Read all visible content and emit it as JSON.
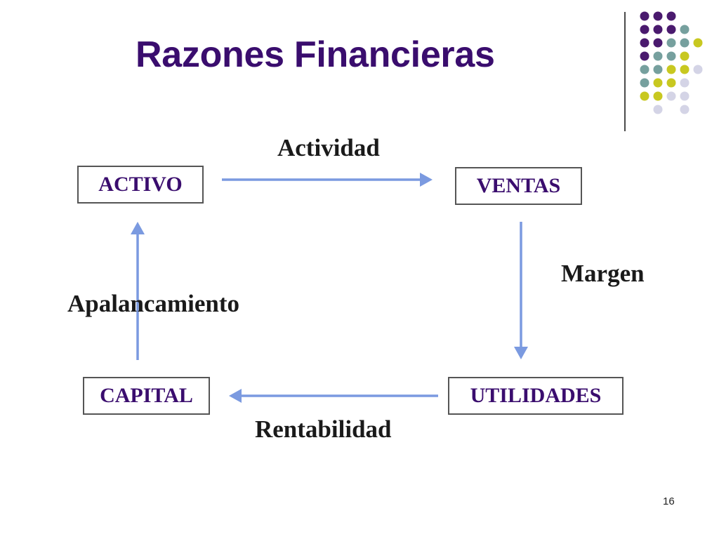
{
  "slide": {
    "title": "Razones Financieras",
    "page_number": "16"
  },
  "diagram": {
    "nodes": {
      "activo": "ACTIVO",
      "ventas": "VENTAS",
      "utilidades": "UTILIDADES",
      "capital": "CAPITAL"
    },
    "edges": {
      "actividad": "Actividad",
      "margen": "Margen",
      "rentabilidad": "Rentabilidad",
      "apalancamiento": "Apalancamiento"
    }
  },
  "colors": {
    "title": "#3a0d6e",
    "arrow": "#7b9ae0",
    "dot_purple": "#4a1a6e",
    "dot_teal": "#76a09e",
    "dot_yellow": "#c8c820",
    "dot_lavender": "#d4d4e6"
  }
}
